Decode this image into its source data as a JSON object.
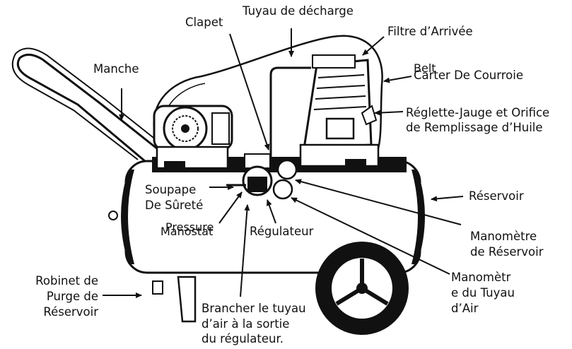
{
  "labels": {
    "tuyau_decharge": "Tuyau de décharge",
    "clapet": "Clapet",
    "filtre_arrivee": "Filtre d’Arrivée",
    "belt": "Belt",
    "carter_courroie": "Carter De Courroie",
    "manche": "Manche",
    "reglette_line1": "Réglette-Jauge et Orifice",
    "reglette_line2": "de Remplissage d’Huile",
    "soupape_line1": "Soupape",
    "soupape_line2": "De Sûreté",
    "pressure": "Pressure",
    "manostat": "Manostat",
    "regulateur": "Régulateur",
    "reservoir": "Réservoir",
    "manometre_res_line1": "Manomètre",
    "manometre_res_line2": "de Réservoir",
    "manometre_air_line1": "Manomètr",
    "manometre_air_line2": "e du Tuyau",
    "manometre_air_line3": "d’Air",
    "robinet_line1": "Robinet de",
    "robinet_line2": "Purge de",
    "robinet_line3": "Réservoir",
    "brancher_line1": "Brancher le tuyau",
    "brancher_line2": "d’air à la sortie",
    "brancher_line3": "du régulateur."
  }
}
